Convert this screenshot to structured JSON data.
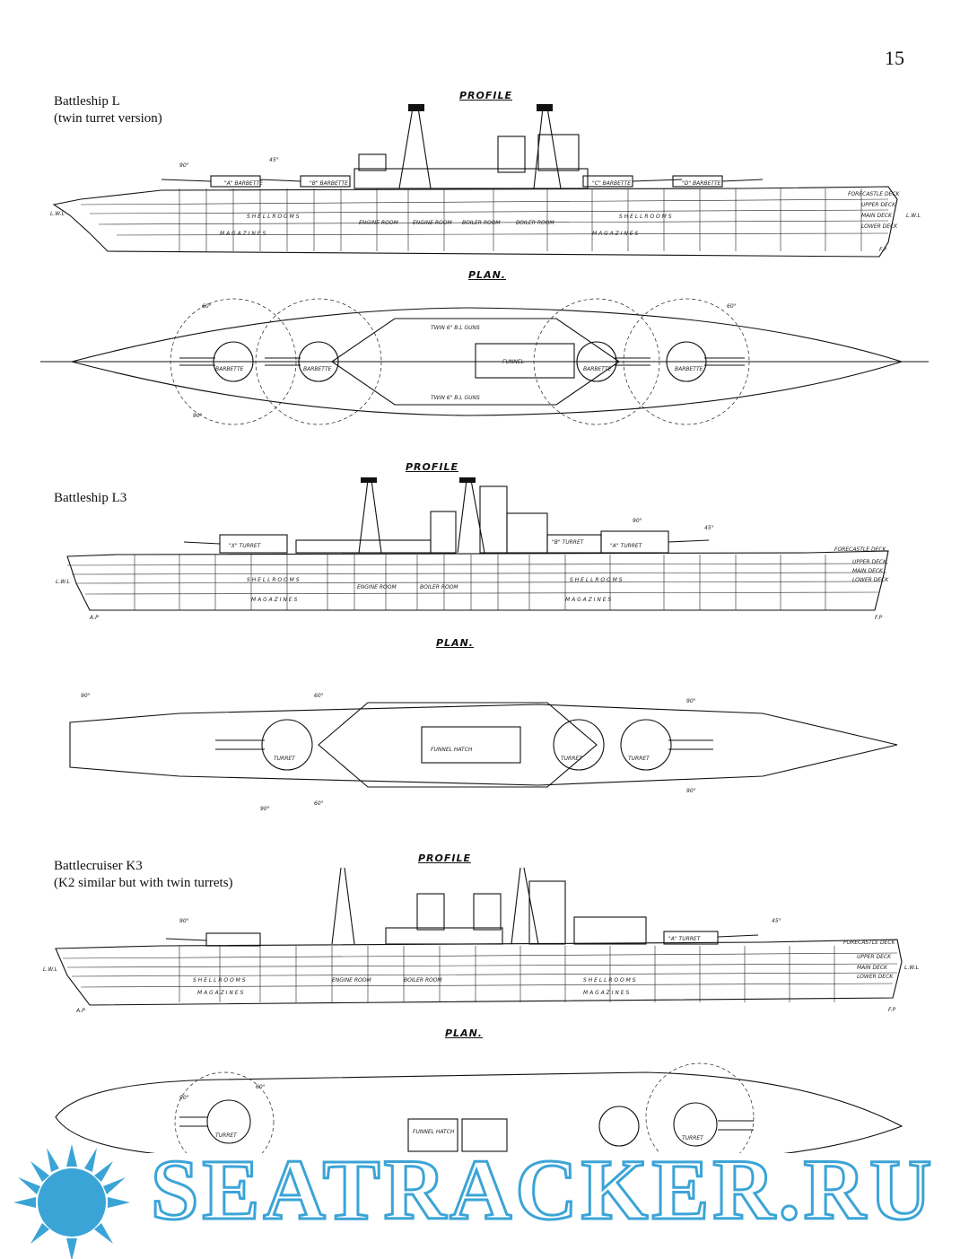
{
  "page": {
    "number": "15"
  },
  "sections": [
    {
      "caption": "Battleship L\n(twin turret version)",
      "profile_title": "PROFILE",
      "plan_title": "PLAN."
    },
    {
      "caption": "Battleship L3",
      "profile_title": "PROFILE",
      "plan_title": "PLAN."
    },
    {
      "caption": "Battlecruiser K3\n(K2 similar but with twin turrets)",
      "profile_title": "PROFILE",
      "plan_title": "PLAN."
    }
  ],
  "labels": {
    "shell_rooms": "S H E L L   R O O M S",
    "magazines": "M A G A Z I N E S",
    "engine_room": "ENGINE ROOM",
    "boiler_room": "BOILER ROOM",
    "barbette": "BARBETTE",
    "turret": "TURRET",
    "funnel": "FUNNEL",
    "funnel_hatch": "FUNNEL HATCH",
    "forecastle_deck": "FORECASTLE DECK",
    "upper_deck": "UPPER DECK",
    "main_deck": "MAIN DECK",
    "lower_deck": "LOWER DECK",
    "lwl": "L.W.L",
    "twin_guns": "TWIN 6\" B.L GUNS",
    "angle_90": "90°",
    "angle_60": "60°",
    "angle_45": "45°",
    "ap": "A.P",
    "fp": "F.P"
  },
  "watermark": {
    "text": "SEATRACKER.RU",
    "color": "#3ba4d6"
  }
}
